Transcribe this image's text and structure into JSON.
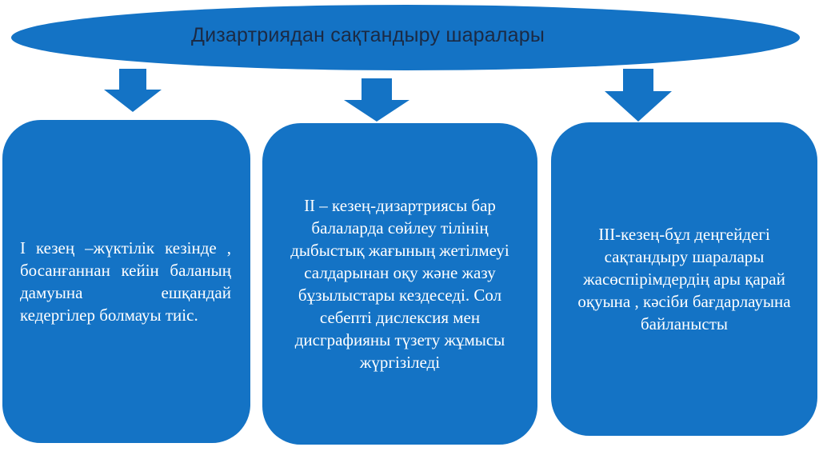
{
  "header": {
    "title": "Дизартриядан сақтандыру шаралары"
  },
  "stages": [
    {
      "text": "I кезең –жүктілік кезінде , босанғаннан кейін баланың дамуына ешқандай кедергілер болмауы тиіс."
    },
    {
      "text": "II – кезең-дизартриясы бар балаларда сөйлеу тілінің дыбыстық жағының жетілмеуі салдарынан оқу және жазу бұзылыстары кездеседі. Сол себепті дислексия мен дисграфияны түзету жұмысы жүргізіледі"
    },
    {
      "text": "III-кезең-бұл деңгейдегі сақтандыру шаралары жасөспірімдердің ары қарай оқуына , кәсіби бағдарлауына байланысты"
    }
  ],
  "colors": {
    "shape_fill": "#1473c5",
    "title_text": "#1b2a44",
    "box_text": "#ffffff"
  }
}
